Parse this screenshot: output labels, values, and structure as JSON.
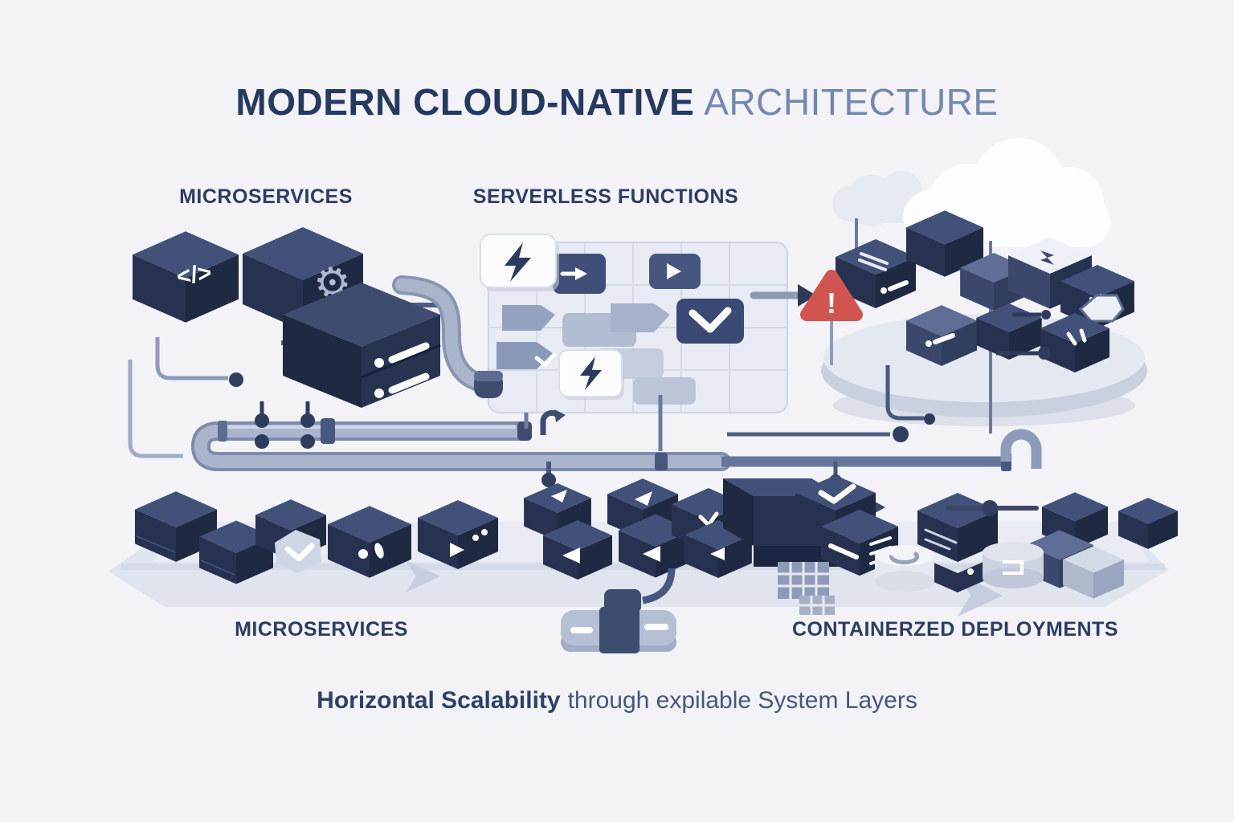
{
  "title": {
    "primary": "MODERN CLOUD-NATIVE",
    "secondary": "ARCHITECTURE"
  },
  "sections": {
    "microservices_top": "MICROSERVICES",
    "serverless": "SERVERLESS FUNCTIONS",
    "microservices_bottom": "MICROSERVICES",
    "containers": "CONTAINERZED DEPLOYMENTS"
  },
  "subtitle": {
    "bold": "Horizontal Scalability",
    "rest": "through expilable System Layers"
  },
  "icons": {
    "code": "</>",
    "gear": "⚙",
    "warning": "!"
  },
  "colors": {
    "background": "#f2f2f7",
    "title_primary": "#263a60",
    "title_secondary": "#7487ad",
    "label": "#2c3d63",
    "cube_top": "#42517a",
    "cube_side": "#273150",
    "cube_dark": "#1f2942",
    "accent_mid": "#5e6e96",
    "accent_light": "#b7c1d4",
    "pipe_light": "#a9b4cc",
    "pipe_dark": "#4e5d82",
    "alert_red": "#d15450",
    "card_white": "#fbfcfe"
  }
}
